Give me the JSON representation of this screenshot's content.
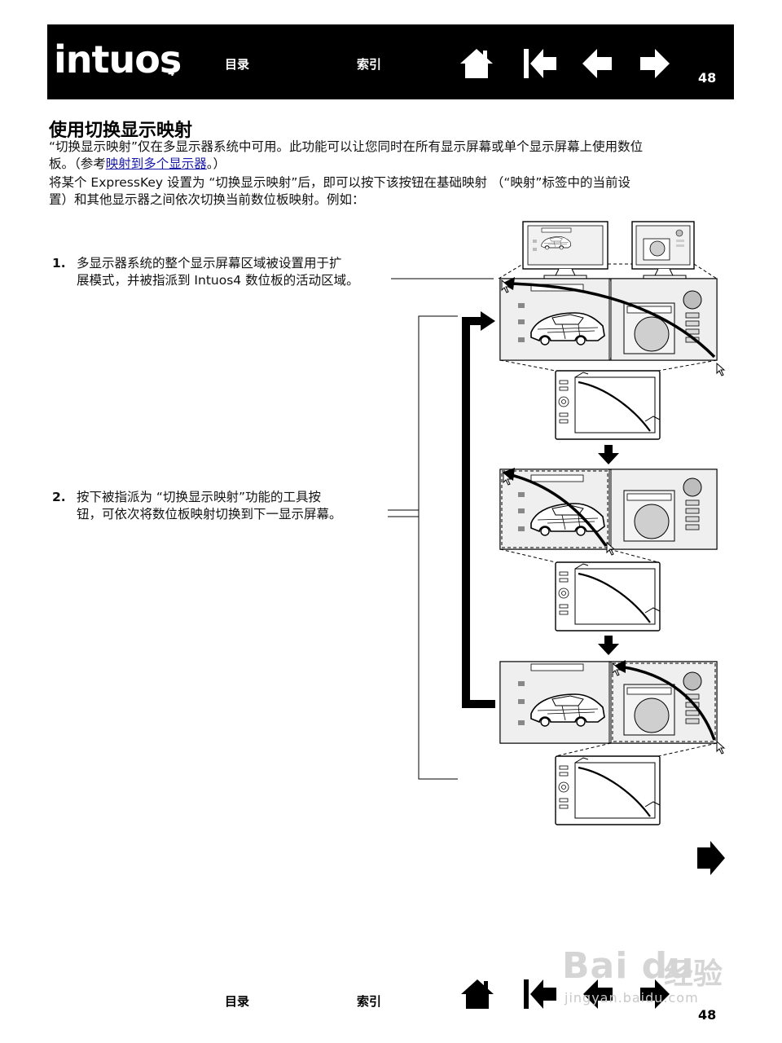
{
  "header": {
    "logo": "intuos",
    "logo_sub": "4",
    "toc": "目录",
    "index": "索引",
    "page_number": "48"
  },
  "section": {
    "title": "使用切换显示映射",
    "para1_line1": "“切换显示映射”仅在多显示器系统中可用。此功能可以让您同时在所有显示屏幕或单个显示屏幕上使用数位",
    "para1_line2_pre": "板。（参考",
    "para1_link": "映射到多个显示器",
    "para1_line2_post": "。）",
    "para2_line1": "将某个 ExpressKey 设置为 “切换显示映射”后，即可以按下该按钮在基础映射 （“映射”标签中的当前设",
    "para2_line2": "置）和其他显示器之间依次切换当前数位板映射。例如："
  },
  "steps": [
    {
      "num": "1.",
      "line1": "多显示器系统的整个显示屏幕区域被设置用于扩",
      "line2": "展模式，并被指派到 Intuos4 数位板的活动区域。"
    },
    {
      "num": "2.",
      "line1": "按下被指派为 “切换显示映射”功能的工具按",
      "line2": "钮，可依次将数位板映射切换到下一显示屏幕。"
    }
  ],
  "footer": {
    "toc": "目录",
    "index": "索引",
    "page_number": "48"
  },
  "watermark": {
    "brand": "Bai du",
    "cn": "经验",
    "sub": "jingyan.baidu.com"
  },
  "icons": {
    "home": "home-icon",
    "first": "first-page-icon",
    "prev": "previous-page-icon",
    "next": "next-page-icon",
    "continue": "continue-arrow-icon"
  }
}
